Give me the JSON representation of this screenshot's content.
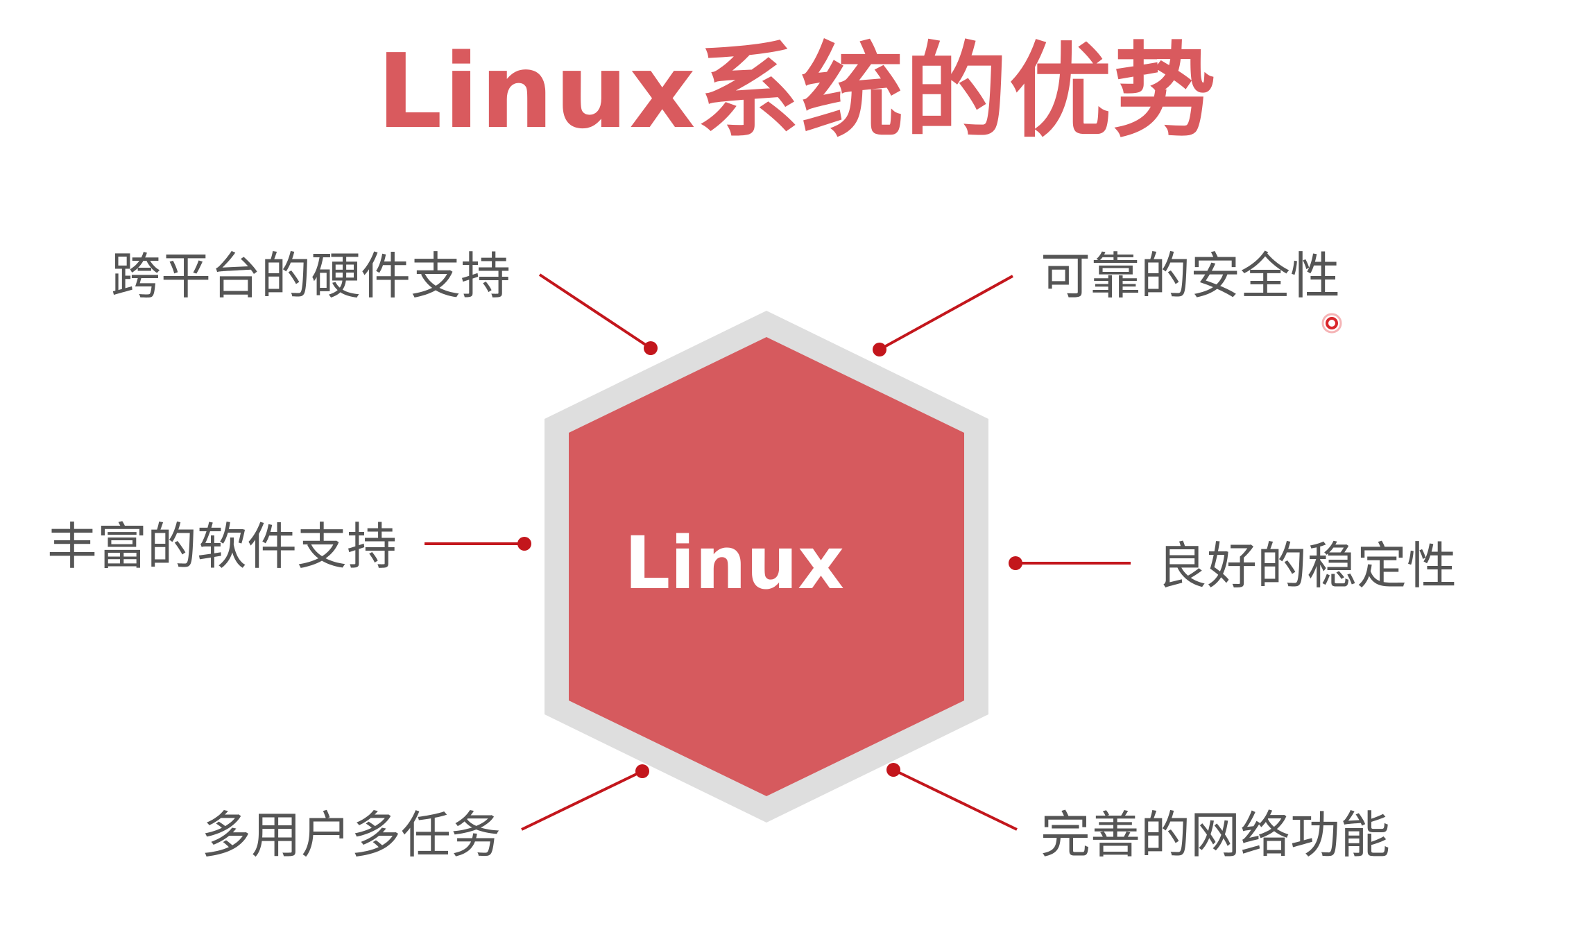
{
  "title": "Linux系统的优势",
  "center": {
    "label": "Linux"
  },
  "features": {
    "top_left": "跨平台的硬件支持",
    "middle_left": "丰富的软件支持",
    "bottom_left": "多用户多任务",
    "top_right": "可靠的安全性",
    "middle_right": "良好的稳定性",
    "bottom_right": "完善的网络功能"
  },
  "colors": {
    "title": "#d95a5e",
    "hexagon_fill": "#d65a5e",
    "hexagon_border": "#dedede",
    "connector": "#c3161c",
    "label_text": "#555555",
    "center_text": "#ffffff"
  }
}
